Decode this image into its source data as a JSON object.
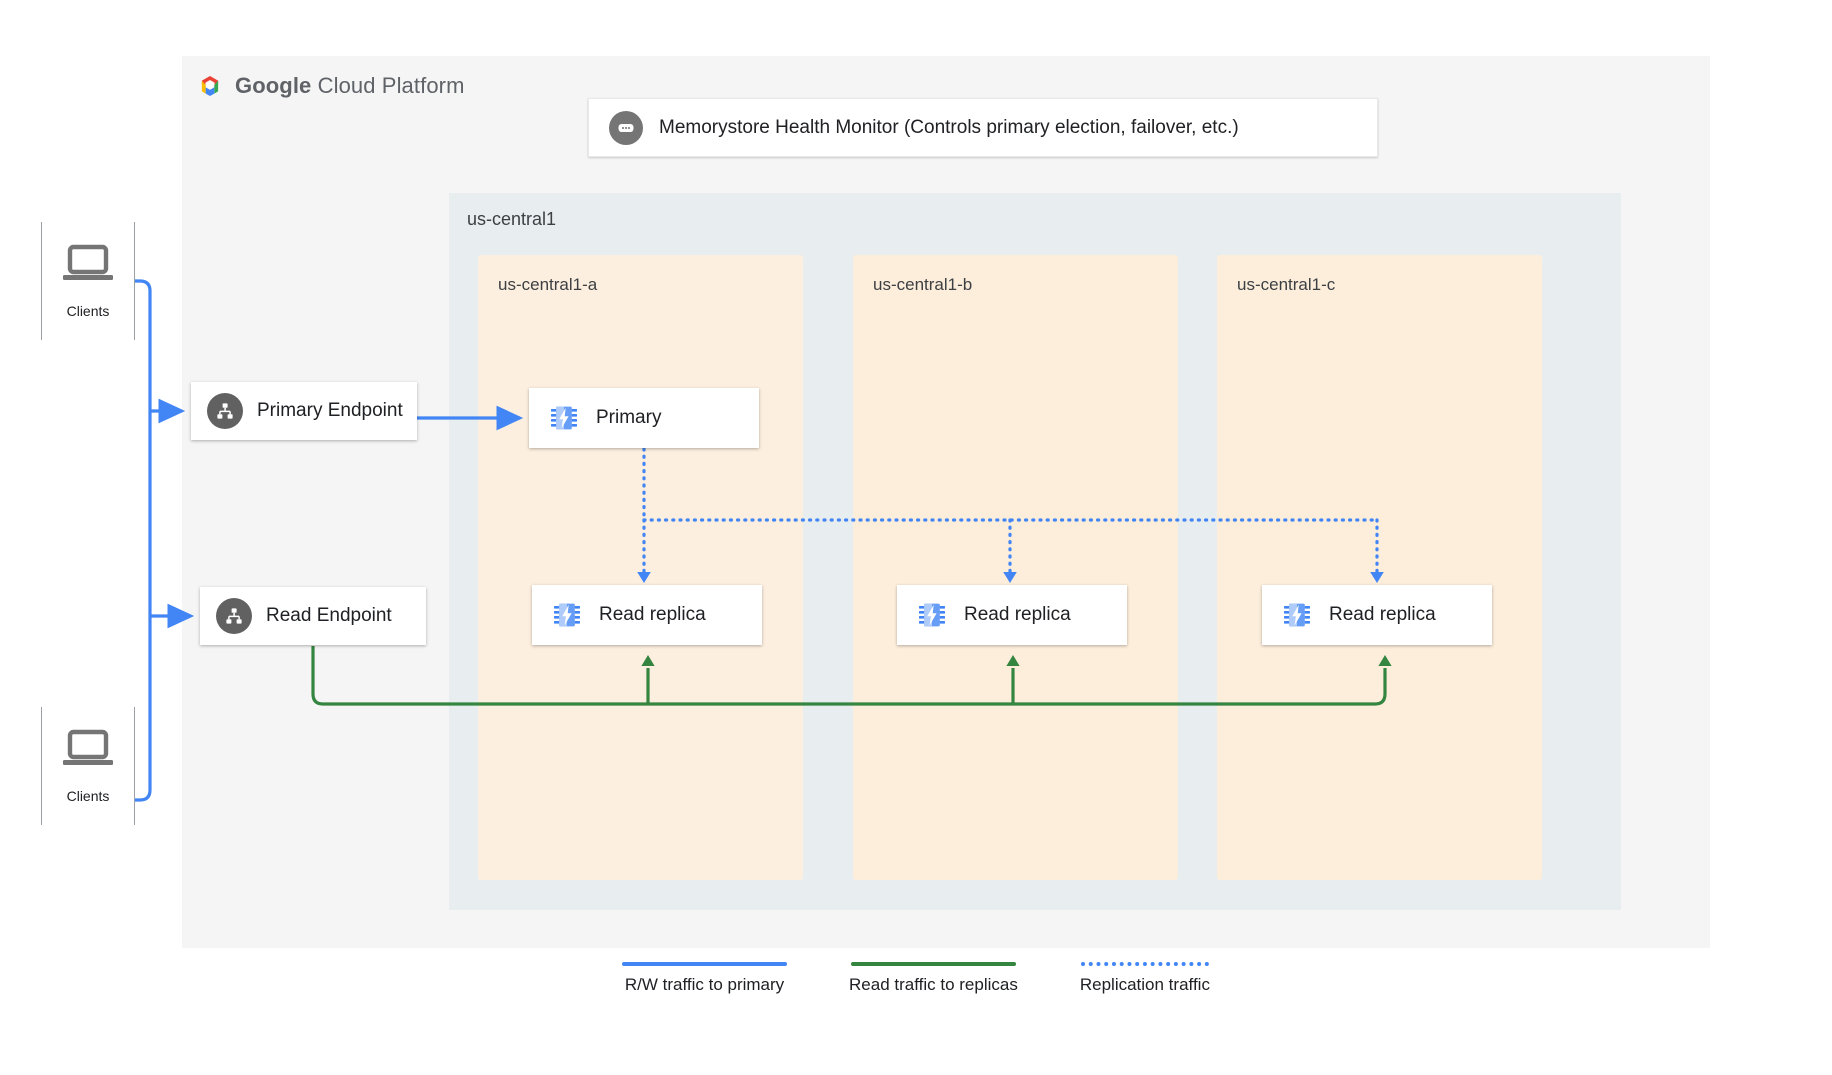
{
  "brand": {
    "logo_icon": "google-cloud-hexagon-icon",
    "name_bold": "Google",
    "name_light": " Cloud Platform"
  },
  "health_monitor": {
    "icon": "monitor-dots-icon",
    "label": "Memorystore Health Monitor (Controls primary election, failover, etc.)"
  },
  "region": {
    "name": "us-central1",
    "zones": [
      {
        "name": "us-central1-a"
      },
      {
        "name": "us-central1-b"
      },
      {
        "name": "us-central1-c"
      }
    ]
  },
  "endpoints": [
    {
      "id": "primary-endpoint",
      "label": "Primary Endpoint",
      "icon": "network-hierarchy-icon"
    },
    {
      "id": "read-endpoint",
      "label": "Read Endpoint",
      "icon": "network-hierarchy-icon"
    }
  ],
  "nodes": [
    {
      "id": "primary-node",
      "label": "Primary",
      "icon": "memorystore-chip-icon",
      "zone": "us-central1-a"
    },
    {
      "id": "replica-a",
      "label": "Read replica",
      "icon": "memorystore-chip-icon",
      "zone": "us-central1-a"
    },
    {
      "id": "replica-b",
      "label": "Read replica",
      "icon": "memorystore-chip-icon",
      "zone": "us-central1-b"
    },
    {
      "id": "replica-c",
      "label": "Read replica",
      "icon": "memorystore-chip-icon",
      "zone": "us-central1-c"
    }
  ],
  "clients": [
    {
      "id": "client-top",
      "label": "Clients",
      "icon": "laptop-icon"
    },
    {
      "id": "client-bottom",
      "label": "Clients",
      "icon": "laptop-icon"
    }
  ],
  "legend": [
    {
      "label": "R/W traffic to primary",
      "color": "#4285f4",
      "style": "solid"
    },
    {
      "label": "Read traffic to replicas",
      "color": "#34a853",
      "style": "solid"
    },
    {
      "label": "Replication traffic",
      "color": "#4285f4",
      "style": "dotted"
    }
  ],
  "colors": {
    "blue": "#4285f4",
    "green": "#34853f",
    "zone_fill": "#fdeedc",
    "region_fill": "#e8edf0",
    "panel_fill": "#f5f5f5",
    "icon_gray": "#616161",
    "monitor_gray": "#757575"
  }
}
